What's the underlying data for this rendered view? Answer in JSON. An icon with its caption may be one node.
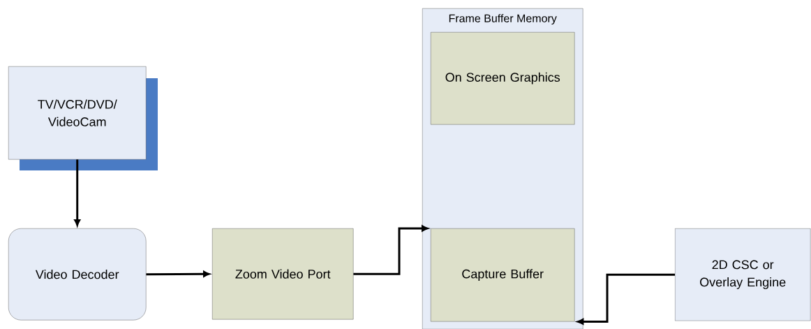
{
  "diagram": {
    "nodes": [
      {
        "text": [
          "TV/VCR/DVD/ VideoCam"
        ]
      },
      {
        "text": [
          "Video Decoder"
        ]
      },
      {
        "text": [
          "Zoom Video Port"
        ]
      },
      {
        "text": [
          "Frame Buffer Memory"
        ]
      },
      {
        "text": [
          "On Screen Graphics"
        ],
        "in": 3
      },
      {
        "text": [
          "Capture Buffer"
        ],
        "in": 3
      },
      {
        "text": [
          "2D CSC or Overlay Engine"
        ]
      }
    ],
    "edges": [
      {
        "from": 0,
        "to": 1,
        "arrow": "to"
      },
      {
        "from": 1,
        "to": 2,
        "arrow": "to"
      },
      {
        "from": 2,
        "to": 5,
        "arrow": "to"
      },
      {
        "from": 6,
        "to": 5,
        "arrow": "to"
      }
    ]
  }
}
